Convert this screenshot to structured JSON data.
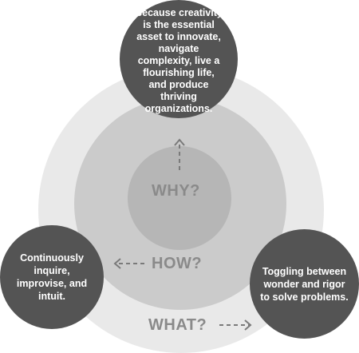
{
  "diagram": {
    "why": {
      "label": "WHY?",
      "text": "Because creativity is the essential asset to innovate, navigate complexity, live a flourishing life, and produce thriving organizations."
    },
    "how": {
      "label": "HOW?",
      "text": "Continuously inquire, improvise, and intuit."
    },
    "what": {
      "label": "WHAT?",
      "text": "Toggling between wonder and rigor to solve problems."
    }
  },
  "colors": {
    "outer_ring": "#e9e9e9",
    "middle_ring": "#cbcbcb",
    "inner_circle": "#b6b6b6",
    "bubble": "#545454",
    "label": "#8a8a8a",
    "arrow": "#7a7a7a"
  }
}
